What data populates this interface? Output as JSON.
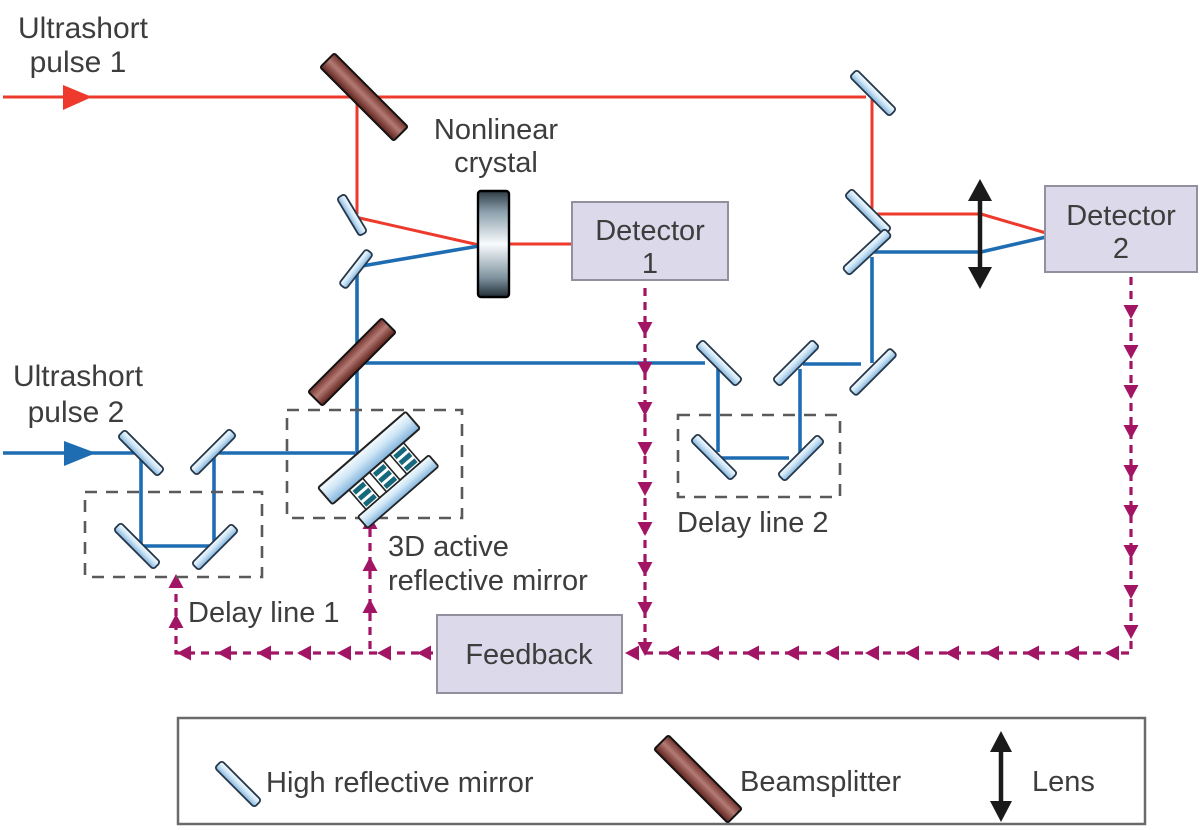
{
  "labels": {
    "pulse1_line1": "Ultrashort",
    "pulse1_line2": "pulse 1",
    "pulse2_line1": "Ultrashort",
    "pulse2_line2": "pulse 2",
    "nonlinear_line1": "Nonlinear",
    "nonlinear_line2": "crystal",
    "detector1_line1": "Detector",
    "detector1_line2": "1",
    "detector2_line1": "Detector",
    "detector2_line2": "2",
    "delay_line_1": "Delay line 1",
    "delay_line_2": "Delay line 2",
    "active_mirror_line1": "3D active",
    "active_mirror_line2": "reflective mirror",
    "feedback": "Feedback"
  },
  "legend": {
    "mirror_label": "High reflective mirror",
    "beamsplitter_label": "Beamsplitter",
    "lens_label": "Lens",
    "icons": [
      "high-reflective-mirror-icon",
      "beamsplitter-icon",
      "lens-icon"
    ]
  },
  "colors": {
    "beam_pulse1": "#ed3a2c",
    "beam_pulse2": "#1e6db3",
    "feedback_signal": "#a21565",
    "detector_box_fill": "#dcd9ea",
    "detector_box_border": "#90909f",
    "mirror_fill": "#bddcf0",
    "beamsplitter_fill": "#8c463f",
    "crystal_fill": "#8da2ae",
    "lens_color": "#1a1a1a",
    "dashed_box_border": "#5a5a5a",
    "text": "#3d3d3d"
  }
}
